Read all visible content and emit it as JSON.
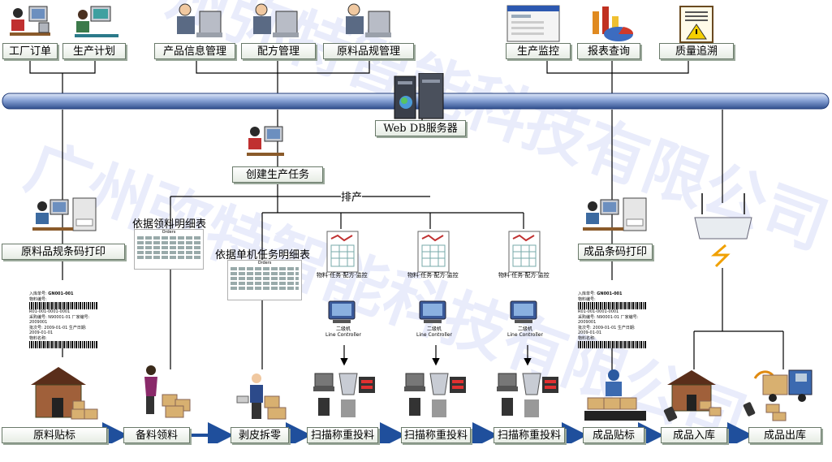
{
  "top": {
    "factory_order": "工厂订单",
    "production_plan": "生产计划",
    "product_info": "产品信息管理",
    "formula": "配方管理",
    "material_spec": "原料品规管理",
    "production_monitor": "生产监控",
    "report_query": "报表查询",
    "quality_trace": "质量追溯"
  },
  "server": {
    "label": "Web   DB服务器"
  },
  "middle": {
    "create_task": "创建生产任务",
    "schedule": "排产",
    "by_picking_detail": "依据领料明细表",
    "by_machine_task": "依据单机任务明细表",
    "material_barcode_print": "原料品规条码打印",
    "product_barcode_print": "成品条码打印",
    "line_controller_caption": "二级机",
    "line_controller_name": "Line Controller",
    "monitor_caption": "物料·任务·配方·监控"
  },
  "doc_title": "Orders",
  "barcode_label": {
    "entry_no": "入库单号:",
    "code": "GN001-001",
    "material_no": "物料编号:",
    "serial": "R01-001-0001-0001",
    "batch_line": "采购编号: N90001-01  厂家编号: 2009001",
    "date_line": "批次号: 2009-01-01  生产日期: 2009-01-01",
    "name_label": "物料名称:"
  },
  "bottom": {
    "material_label": "原料贴标",
    "prepare": "备料领料",
    "unpack": "剥皮拆零",
    "scan1": "扫描称重投料",
    "scan2": "扫描称重投料",
    "scan3": "扫描称重投料",
    "product_label": "成品贴标",
    "product_in": "成品入库",
    "product_out": "成品出库"
  },
  "watermark": [
    "广州弥特智能科技有限公司",
    "广州弥特智能科技有限公司"
  ]
}
